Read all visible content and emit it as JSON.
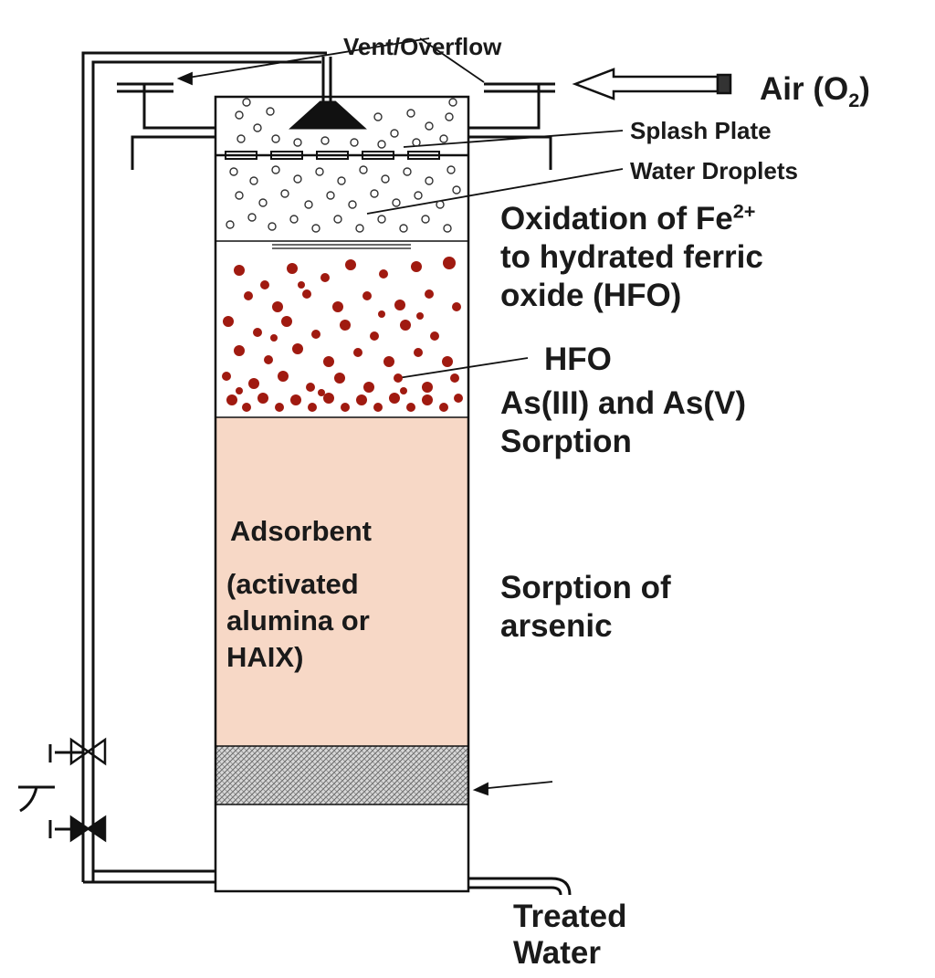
{
  "labels": {
    "vent": "Vent/Overflow",
    "air_text": "Air (O",
    "air_sub": "2",
    "air_close": ")",
    "splash": "Splash Plate",
    "droplets": "Water Droplets",
    "oxidation_1": "Oxidation of Fe",
    "oxidation_sup": "2+",
    "oxidation_2": "to hydrated ferric",
    "oxidation_3": "oxide (HFO)",
    "hfo": "HFO",
    "as_sorption_1": "As(III) and As(V)",
    "as_sorption_2": "Sorption",
    "adsorbent_1": "Adsorbent",
    "adsorbent_2": "(activated",
    "adsorbent_3": "alumina or",
    "adsorbent_4": "HAIX)",
    "sorption_1": "Sorption of",
    "sorption_2": "arsenic",
    "treated_1": "Treated",
    "treated_2": "Water"
  },
  "colors": {
    "line": "#111111",
    "hfo_particles": "#a01a10",
    "adsorbent_fill": "#f7d8c6",
    "support_hatch": "#555555"
  }
}
